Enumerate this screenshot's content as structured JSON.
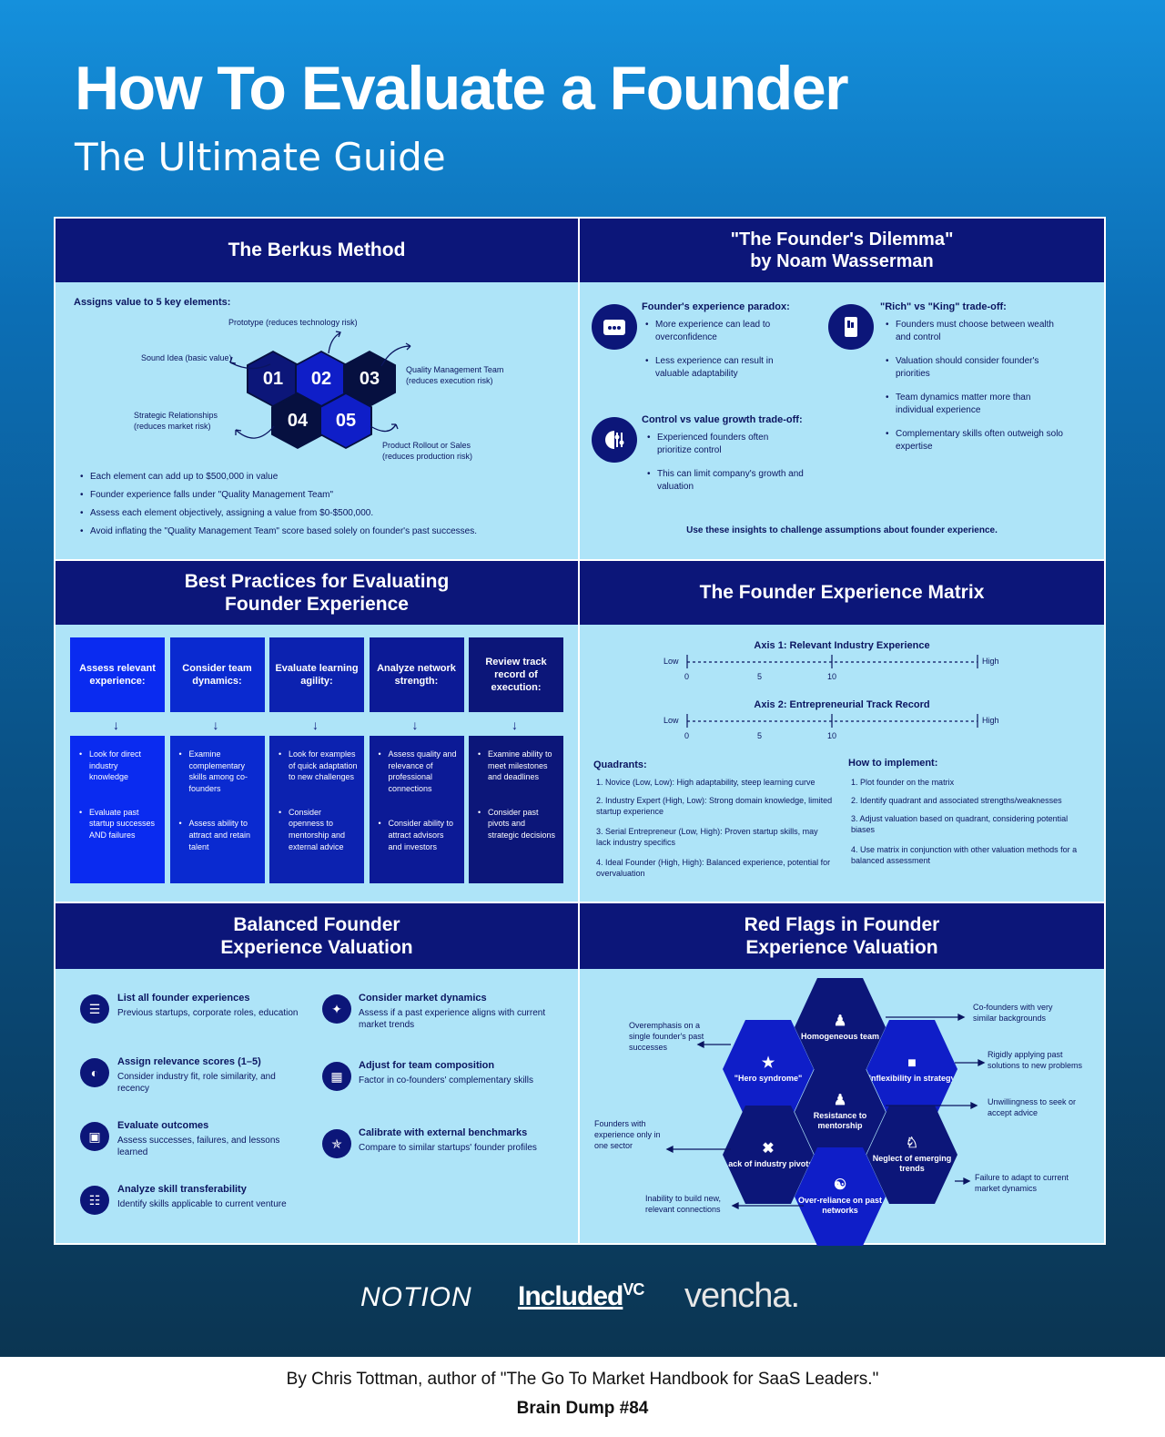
{
  "header": {
    "title": "How To Evaluate a Founder",
    "subtitle": "The Ultimate Guide"
  },
  "berkus": {
    "title": "The Berkus Method",
    "intro": "Assigns value to 5 key elements:",
    "hexes": [
      "01",
      "02",
      "03",
      "04",
      "05"
    ],
    "labels": {
      "prototype": "Prototype (reduces technology risk)",
      "sound_idea": "Sound Idea (basic value)",
      "qmt1": "Quality Management Team",
      "qmt2": "(reduces execution risk)",
      "strat1": "Strategic Relationships",
      "strat2": "(reduces market risk)",
      "rollout1": "Product Rollout or Sales",
      "rollout2": "(reduces production risk)"
    },
    "bullets": [
      "Each element can add up to $500,000 in value",
      "Founder experience falls under \"Quality Management Team\"",
      "Assess each element objectively, assigning a value from $0-$500,000.",
      "Avoid inflating the \"Quality Management Team\" score based solely on founder's past successes."
    ]
  },
  "dilemma": {
    "title1": "\"The Founder's Dilemma\"",
    "title2": "by Noam Wasserman",
    "paradox": {
      "title": "Founder's experience paradox:",
      "items": [
        "More experience can lead to overconfidence",
        "Less experience can result in valuable adaptability"
      ]
    },
    "control": {
      "title": "Control vs value growth trade-off:",
      "items": [
        "Experienced founders often prioritize control",
        "This can limit company's growth and valuation"
      ]
    },
    "rich": {
      "title": "\"Rich\" vs \"King\" trade-off:",
      "items": [
        "Founders must choose between wealth and control",
        "Valuation should consider founder's priorities",
        "Team dynamics matter more than individual experience",
        "Complementary skills often outweigh solo expertise"
      ]
    },
    "footer": "Use these insights to challenge assumptions about founder experience."
  },
  "best": {
    "title1": "Best Practices for Evaluating",
    "title2": "Founder Experience",
    "cols": [
      {
        "head": "Assess relevant experience:",
        "items": [
          "Look for direct industry knowledge",
          "Evaluate past startup successes AND failures"
        ]
      },
      {
        "head": "Consider team dynamics:",
        "items": [
          "Examine complementary skills among co-founders",
          "Assess ability to attract and retain talent"
        ]
      },
      {
        "head": "Evaluate learning agility:",
        "items": [
          "Look for examples of quick adaptation to new challenges",
          "Consider openness to mentorship and external advice"
        ]
      },
      {
        "head": "Analyze network strength:",
        "items": [
          "Assess quality and relevance of professional connections",
          "Consider ability to attract advisors and investors"
        ]
      },
      {
        "head": "Review track record of execution:",
        "items": [
          "Examine ability to meet milestones and deadlines",
          "Consider past pivots and strategic decisions"
        ]
      }
    ]
  },
  "matrix": {
    "title": "The Founder Experience Matrix",
    "axis1": "Axis 1: Relevant Industry Experience",
    "axis2": "Axis 2: Entrepreneurial Track Record",
    "low": "Low",
    "high": "High",
    "ticks": [
      "0",
      "5",
      "10"
    ],
    "quadrants_title": "Quadrants:",
    "quadrants": [
      "1. Novice (Low, Low): High adaptability, steep learning curve",
      "2. Industry Expert (High, Low): Strong domain knowledge, limited startup experience",
      "3. Serial Entrepreneur (Low, High): Proven startup skills, may lack industry specifics",
      "4. Ideal Founder (High, High): Balanced experience, potential for overvaluation"
    ],
    "impl_title": "How to implement:",
    "impl": [
      "1. Plot founder on the matrix",
      "2. Identify quadrant and associated strengths/weaknesses",
      "3. Adjust valuation based on quadrant, considering potential biases",
      "4. Use matrix in conjunction with other valuation methods for a balanced assessment"
    ]
  },
  "balanced": {
    "title1": "Balanced Founder",
    "title2": "Experience Valuation",
    "left": [
      {
        "title": "List all founder experiences",
        "desc": "Previous startups, corporate roles, education"
      },
      {
        "title": "Assign relevance scores (1–5)",
        "desc": "Consider industry fit, role similarity, and recency"
      },
      {
        "title": "Evaluate outcomes",
        "desc": "Assess successes, failures, and lessons learned"
      },
      {
        "title": "Analyze skill transferability",
        "desc": "Identify skills applicable to current venture"
      }
    ],
    "right": [
      {
        "title": "Consider market dynamics",
        "desc": "Assess if a past experience aligns with current market trends"
      },
      {
        "title": "Adjust for team composition",
        "desc": "Factor in co-founders' complementary skills"
      },
      {
        "title": "Calibrate with external benchmarks",
        "desc": "Compare to similar startups' founder profiles"
      }
    ]
  },
  "redflags": {
    "title1": "Red Flags in Founder",
    "title2": "Experience Valuation",
    "hexes": {
      "homogeneous": "Homogeneous team",
      "hero": "\"Hero syndrome\"",
      "inflex": "Inflexibility in strategy",
      "resist": "Resistance to mentorship",
      "lack": "Lack of industry pivots",
      "neglect": "Neglect of emerging trends",
      "overrel": "Over-reliance on past networks"
    },
    "labels": {
      "cofounders": "Co-founders with very similar backgrounds",
      "overemph": "Overemphasis on a single founder's past successes",
      "rigid": "Rigidly applying past solutions to new problems",
      "unwill": "Unwillingness to seek or accept advice",
      "onesector": "Founders with experience only in one sector",
      "failure": "Failure to adapt to current market dynamics",
      "inability": "Inability to build new, relevant connections"
    }
  },
  "logos": [
    "NOTION",
    "Included",
    "VC",
    "vencha."
  ],
  "footer": {
    "byline": "By Chris Tottman, author of \"The Go To Market Handbook for SaaS Leaders.\"",
    "brain": "Brain Dump #84"
  },
  "colors": {
    "navy": "#0c1679",
    "panel": "#aee4f8",
    "blue": "#0f1ec8",
    "bright": "#0a2bf0"
  }
}
